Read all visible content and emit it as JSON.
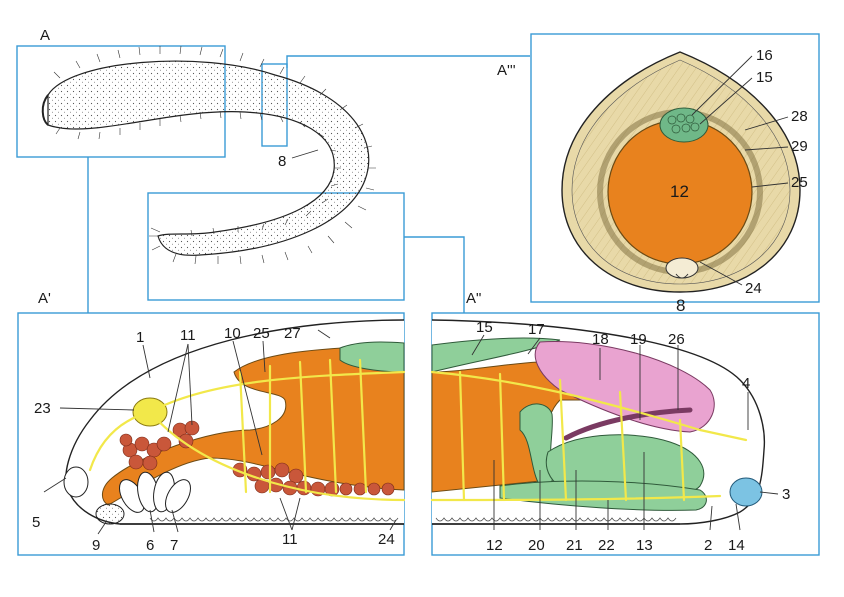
{
  "colors": {
    "frame": "#3a9bd5",
    "gut": "#e8821e",
    "gonad": "#8fcf9a",
    "gland": "#e9a3d0",
    "nerve": "#f2e84a",
    "ovary": "#c9573a",
    "statocyst": "#7cc3e3",
    "body_section": "#e8d9a8"
  },
  "panels": {
    "A": {
      "label": "A",
      "label_8": "8"
    },
    "A1": {
      "label": "A'"
    },
    "A2": {
      "label": "A\""
    },
    "A3": {
      "label": "A'''"
    }
  },
  "labels": {
    "l1": "1",
    "l2": "2",
    "l3": "3",
    "l4": "4",
    "l5": "5",
    "l6": "6",
    "l7": "7",
    "l8": "8",
    "l9": "9",
    "l10": "10",
    "l11": "11",
    "l12": "12",
    "l13": "13",
    "l14": "14",
    "l15": "15",
    "l16": "16",
    "l17": "17",
    "l18": "18",
    "l19": "19",
    "l20": "20",
    "l21": "21",
    "l22": "22",
    "l23": "23",
    "l24": "24",
    "l25": "25",
    "l26": "26",
    "l27": "27",
    "l28": "28",
    "l29": "29"
  }
}
